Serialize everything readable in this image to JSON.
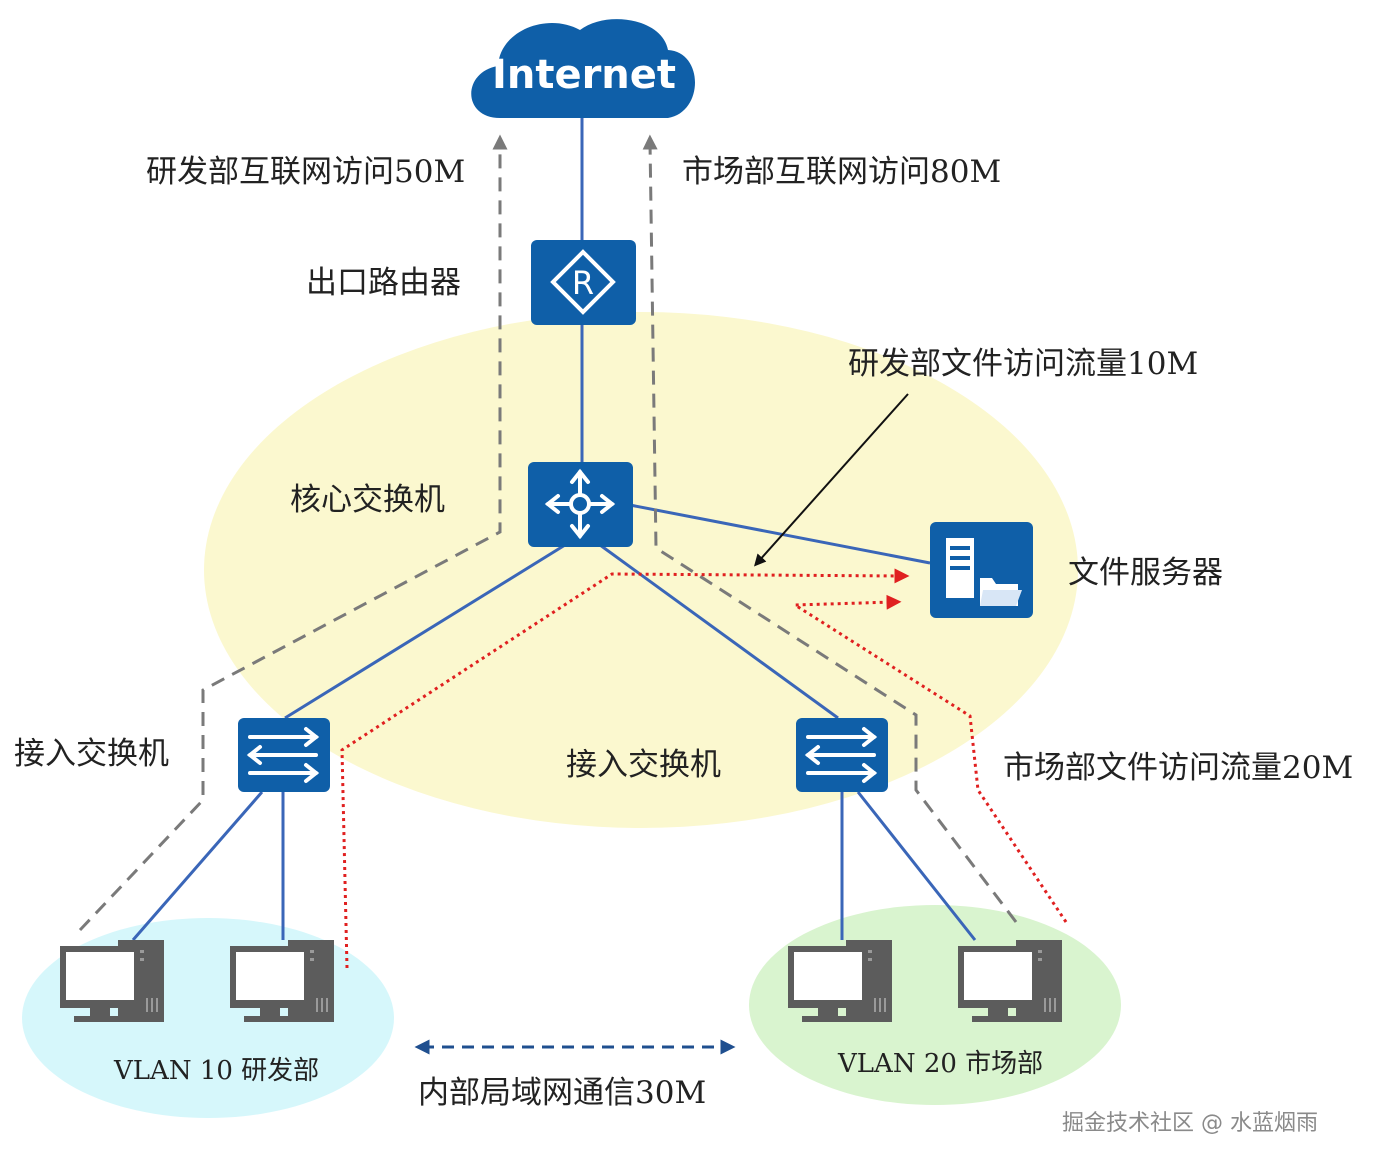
{
  "cloud": {
    "label": "Internet"
  },
  "flows": {
    "rd_internet": "研发部互联网访问50M",
    "mkt_internet": "市场部互联网访问80M",
    "rd_file": "研发部文件访问流量10M",
    "mkt_file": "市场部文件访问流量20M",
    "lan": "内部局域网通信30M"
  },
  "devices": {
    "router": "出口路由器",
    "core_switch": "核心交换机",
    "file_server": "文件服务器",
    "access_switch_left": "接入交换机",
    "access_switch_right": "接入交换机"
  },
  "groups": {
    "vlan10": "VLAN  10  研发部",
    "vlan20": "VLAN  20  市场部"
  },
  "watermark": "掘金技术社区 @ 水蓝烟雨",
  "colors": {
    "device_blue": "#0f5fa8",
    "link_blue": "#3a66b8",
    "dash_gray": "#7a7a7a",
    "dot_red": "#e02020",
    "core_zone": "#fbf8cf",
    "vlan10_zone": "#d6f7fb",
    "vlan20_zone": "#d9f4cf",
    "lan_arrow": "#1f4f8f"
  }
}
